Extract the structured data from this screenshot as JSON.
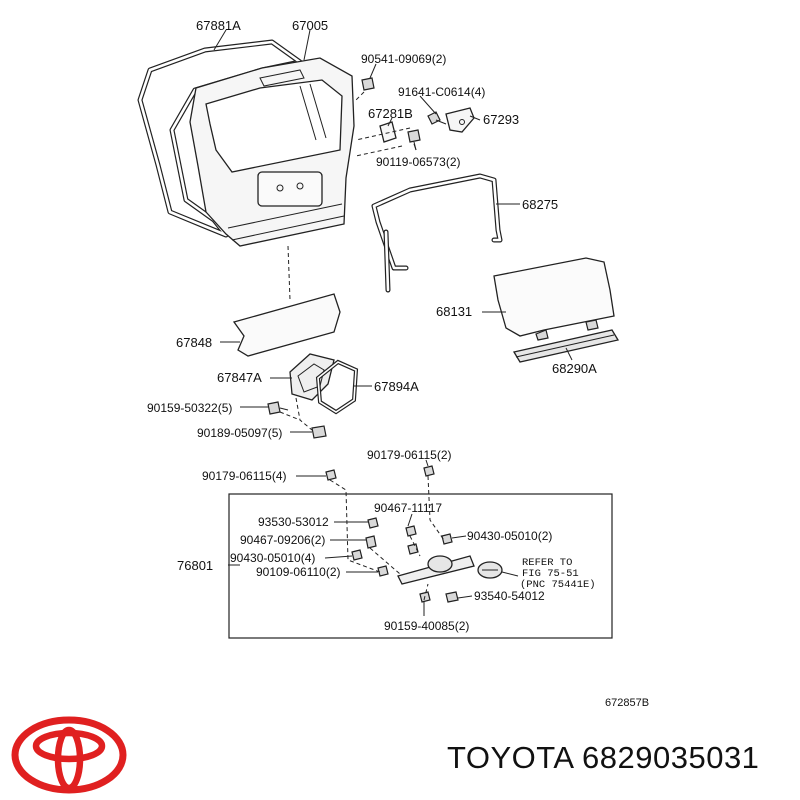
{
  "diagram": {
    "labels": {
      "p67881A": "67881A",
      "p67005": "67005",
      "p90541": "90541-09069(2)",
      "p91641": "91641-C0614(4)",
      "p67281B": "67281B",
      "p67293": "67293",
      "p90119": "90119-06573(2)",
      "p68275": "68275",
      "p68131": "68131",
      "p68290A": "68290A",
      "p67848": "67848",
      "p67847A": "67847A",
      "p67894A": "67894A",
      "p90159a": "90159-50322(5)",
      "p90189": "90189-05097(5)",
      "p90179a": "90179-06115(4)",
      "p90179b": "90179-06115(2)",
      "p90467a": "90467-11117",
      "p93530": "93530-53012",
      "p90430a": "90430-05010(2)",
      "p90467b": "90467-09206(2)",
      "p76801": "76801",
      "p90430b": "90430-05010(4)",
      "p90109": "90109-06110(2)",
      "p93540": "93540-54012",
      "p90159b": "90159-40085(2)",
      "ref1": "REFER TO",
      "ref2": "FIG 75-51",
      "ref3": "(PNC 75441E)",
      "drawing_no": "672857B"
    }
  },
  "footer": {
    "logo": "Toyota logo",
    "brand": "TOYOTA",
    "part_number": "6829035031",
    "brand_color": "#e02020"
  }
}
